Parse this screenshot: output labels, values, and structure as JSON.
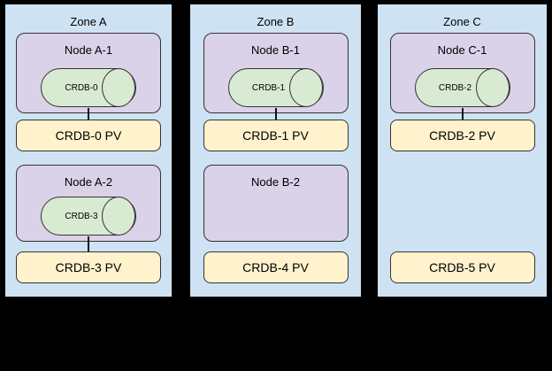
{
  "diagram_title": "",
  "colors": {
    "canvas_background": "#000000",
    "zone_fill": "#cfe2f3",
    "node_fill": "#d9d2e9",
    "db_cylinder_fill": "#d9ead3",
    "pv_fill": "#fff2cc",
    "border": "#000000",
    "text": "#000000"
  },
  "zones": [
    {
      "label": "Zone A",
      "rows": [
        {
          "node_label": "Node A-1",
          "db_label": "CRDB-0",
          "pv_label": "CRDB-0 PV",
          "connected": true
        },
        {
          "node_label": "Node A-2",
          "db_label": "CRDB-3",
          "pv_label": "CRDB-3 PV",
          "connected": true
        }
      ]
    },
    {
      "label": "Zone B",
      "rows": [
        {
          "node_label": "Node B-1",
          "db_label": "CRDB-1",
          "pv_label": "CRDB-1 PV",
          "connected": true
        },
        {
          "node_label": "Node B-2",
          "db_label": null,
          "pv_label": "CRDB-4 PV",
          "connected": false
        }
      ]
    },
    {
      "label": "Zone C",
      "rows": [
        {
          "node_label": "Node C-1",
          "db_label": "CRDB-2",
          "pv_label": "CRDB-2 PV",
          "connected": true
        },
        {
          "node_label": null,
          "db_label": null,
          "pv_label": "CRDB-5 PV",
          "connected": false
        }
      ]
    }
  ]
}
